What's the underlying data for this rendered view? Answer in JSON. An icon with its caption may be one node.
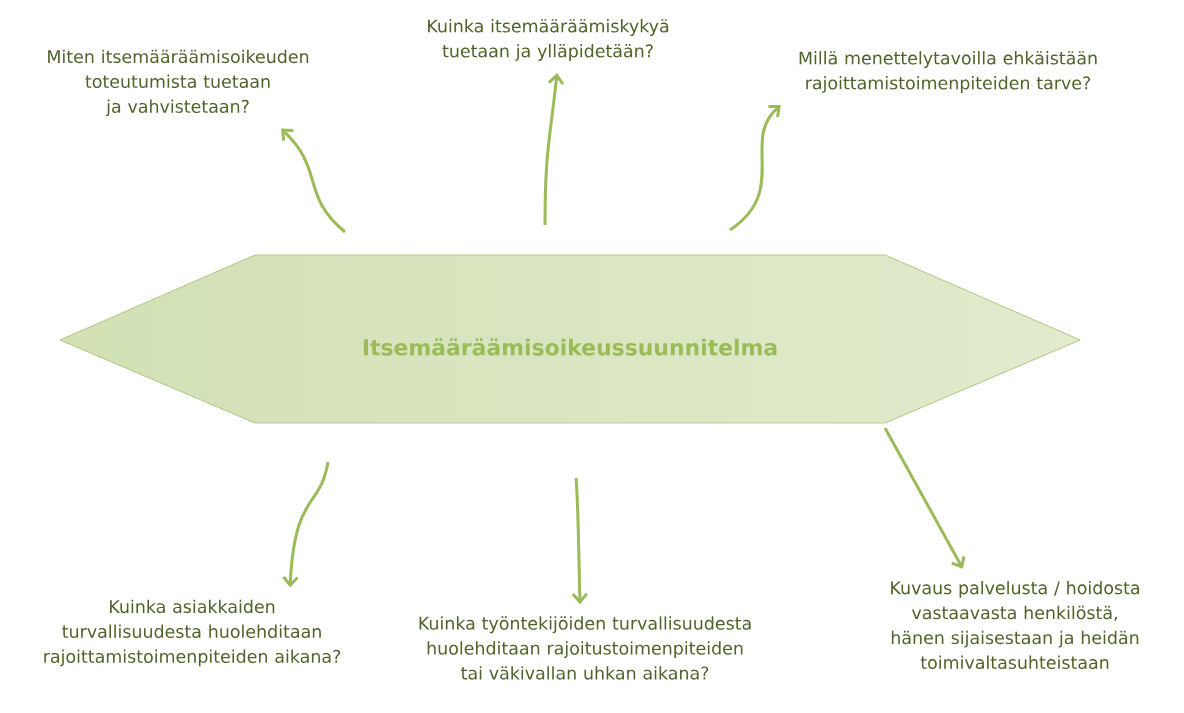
{
  "diagram": {
    "nodes": [
      {
        "text": [
          "Itsemääräämisoikeussuunnitelma"
        ]
      },
      {
        "text": [
          "Miten itsemääräämisoikeuden toteutumista tuetaan ja vahvistetaan?"
        ]
      },
      {
        "text": [
          "Kuinka itsemääräämiskykyä tuetaan ja ylläpidetään?"
        ]
      },
      {
        "text": [
          "Millä menettelytavoilla ehkäistään rajoittamistoimenpiteiden tarve?"
        ]
      },
      {
        "text": [
          "Kuinka asiakkaiden turvallisuudesta huolehditaan rajoittamistoimenpiteiden aikana?"
        ]
      },
      {
        "text": [
          "Kuinka työntekijöiden turvallisuudesta huolehditaan rajoitustoimenpiteiden tai väkivallan uhkan aikana?"
        ]
      },
      {
        "text": [
          "Kuvaus palvelusta / hoidosta vastaavasta henkilöstä, hänen sijaisestaan ja heidän toimivaltasuhteistaan"
        ]
      }
    ],
    "edges": [
      {
        "from": 0,
        "to": 1,
        "arrow": "to"
      },
      {
        "from": 0,
        "to": 2,
        "arrow": "to"
      },
      {
        "from": 0,
        "to": 3,
        "arrow": "to"
      },
      {
        "from": 0,
        "to": 4,
        "arrow": "to"
      },
      {
        "from": 0,
        "to": 5,
        "arrow": "to"
      },
      {
        "from": 0,
        "to": 6,
        "arrow": "to"
      }
    ]
  }
}
